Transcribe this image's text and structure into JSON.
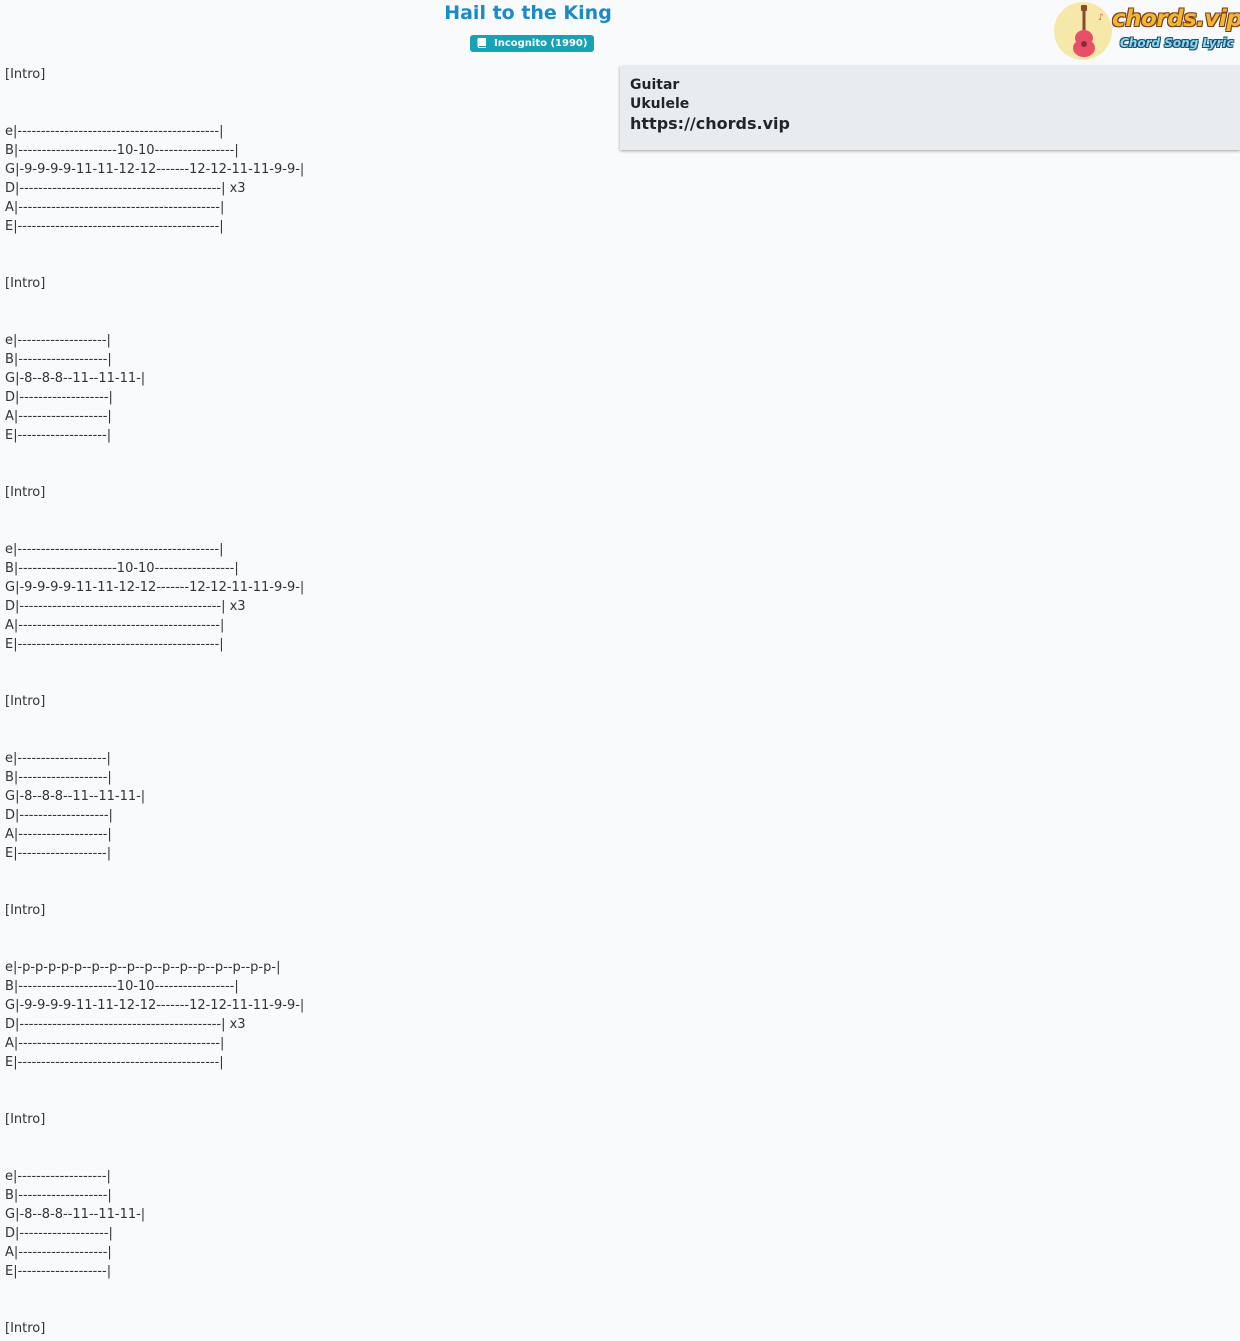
{
  "song": {
    "title": "Hail to the King",
    "album": "Incognito (1990)"
  },
  "logo": {
    "name": "chords.vip",
    "tagline": "Chord Song Lyric"
  },
  "side_panel": {
    "links": [
      "Guitar",
      "Ukulele"
    ],
    "url": "https://chords.vip"
  },
  "tab": {
    "text": "[Intro]\n\n\ne|-------------------------------------------|\nB|---------------------10-10-----------------|\nG|-9-9-9-9-11-11-12-12-------12-12-11-11-9-9-|\nD|-------------------------------------------| x3\nA|-------------------------------------------|\nE|-------------------------------------------|\n\n\n[Intro]\n\n\ne|-------------------|\nB|-------------------|\nG|-8--8-8--11--11-11-|\nD|-------------------|\nA|-------------------|\nE|-------------------|\n\n\n[Intro]\n\n\ne|-------------------------------------------|\nB|---------------------10-10-----------------|\nG|-9-9-9-9-11-11-12-12-------12-12-11-11-9-9-|\nD|-------------------------------------------| x3\nA|-------------------------------------------|\nE|-------------------------------------------|\n\n\n[Intro]\n\n\ne|-------------------|\nB|-------------------|\nG|-8--8-8--11--11-11-|\nD|-------------------|\nA|-------------------|\nE|-------------------|\n\n\n[Intro]\n\n\ne|-p-p-p-p-p--p--p--p--p--p--p--p--p--p--p-p-|\nB|---------------------10-10-----------------|\nG|-9-9-9-9-11-11-12-12-------12-12-11-11-9-9-|\nD|-------------------------------------------| x3\nA|-------------------------------------------|\nE|-------------------------------------------|\n\n\n[Intro]\n\n\ne|-------------------|\nB|-------------------|\nG|-8--8-8--11--11-11-|\nD|-------------------|\nA|-------------------|\nE|-------------------|\n\n\n[Intro]"
  },
  "colors": {
    "title": "#1a8bc6",
    "badge": "#17a2b8",
    "panel": "#e9ecef",
    "background": "#f8fafc"
  }
}
